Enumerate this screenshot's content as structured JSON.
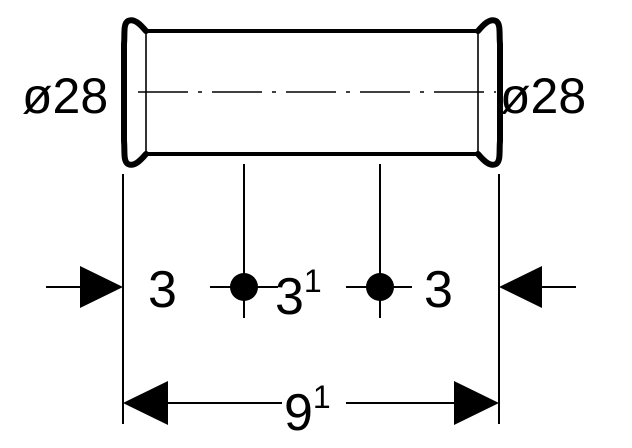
{
  "diameters": {
    "left": "ø28",
    "right": "ø28"
  },
  "segments": {
    "left": "3",
    "middle_base": "3",
    "middle_sup": "1",
    "right": "3"
  },
  "total": {
    "base": "9",
    "sup": "1"
  }
}
